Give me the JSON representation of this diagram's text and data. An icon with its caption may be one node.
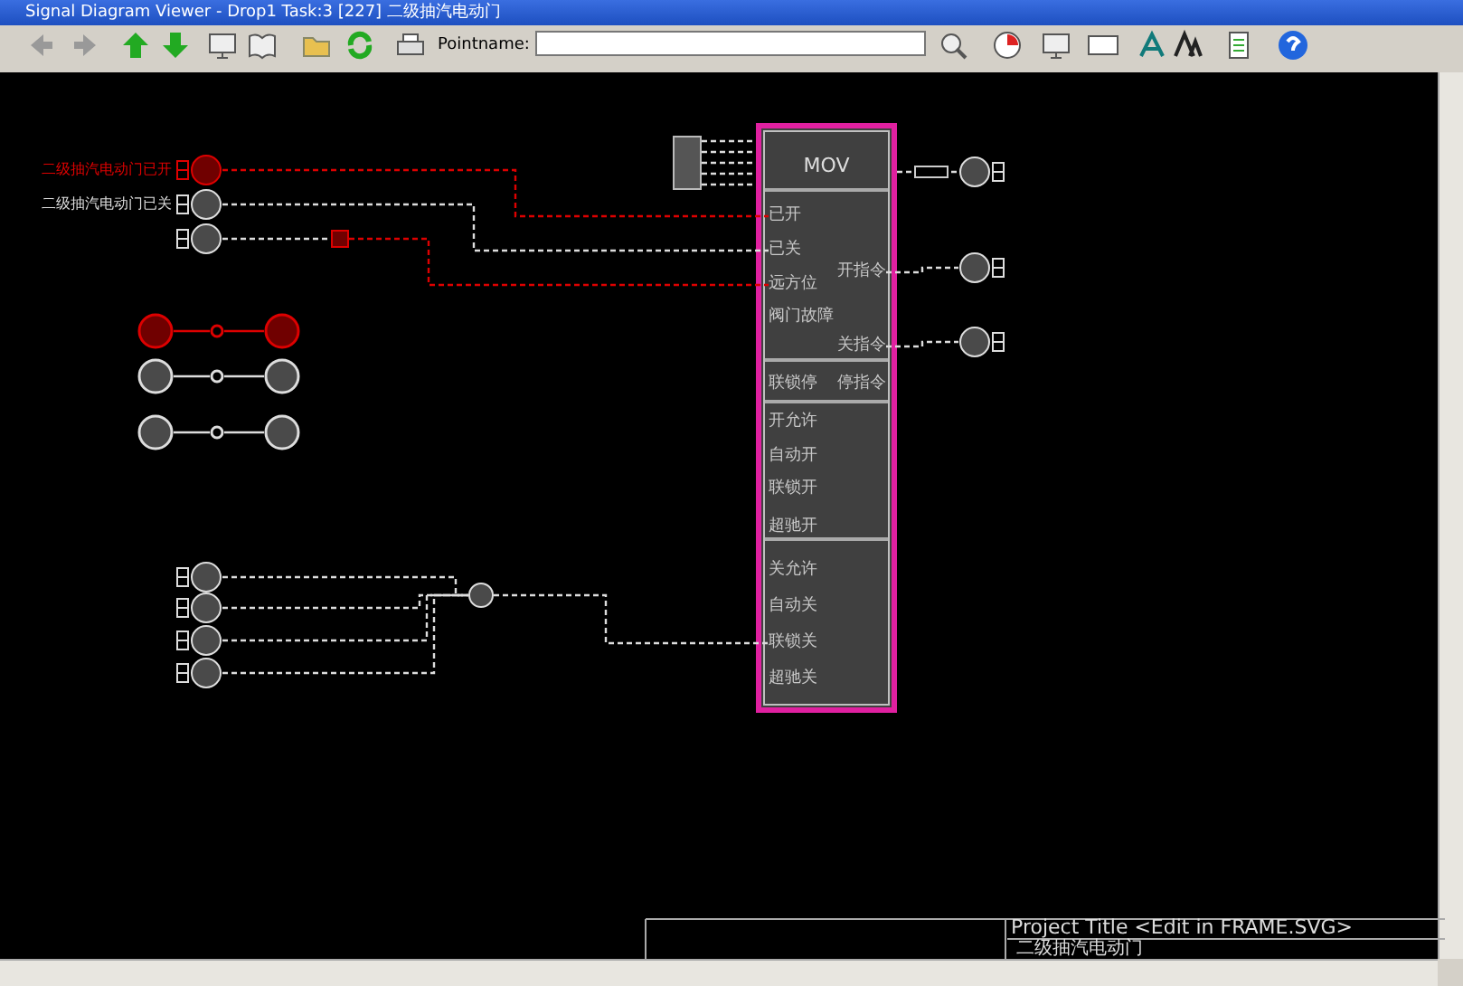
{
  "diagram": {
    "title": "Signal Diagram Viewer - Drop1 Task:3 [227] 二级抽汽电动门",
    "nodes": [
      {
        "text": [
          "MOV"
        ]
      },
      {
        "text": [
          "已开"
        ],
        "in": 0
      },
      {
        "text": [
          "已关"
        ],
        "in": 0
      },
      {
        "text": [
          "远方位"
        ],
        "in": 0
      },
      {
        "text": [
          "阀门故障"
        ],
        "in": 0
      },
      {
        "text": [
          "联锁停"
        ],
        "in": 0
      },
      {
        "text": [
          "开允许"
        ],
        "in": 0
      },
      {
        "text": [
          "自动开"
        ],
        "in": 0
      },
      {
        "text": [
          "联锁开"
        ],
        "in": 0
      },
      {
        "text": [
          "超驰开"
        ],
        "in": 0
      },
      {
        "text": [
          "关允许"
        ],
        "in": 0
      },
      {
        "text": [
          "自动关"
        ],
        "in": 0
      },
      {
        "text": [
          "联锁关"
        ],
        "in": 0
      },
      {
        "text": [
          "超驰关"
        ],
        "in": 0
      },
      {
        "text": [
          "开指令"
        ],
        "in": 0
      },
      {
        "text": [
          "关指令"
        ],
        "in": 0
      },
      {
        "text": [
          "停指令"
        ],
        "in": 0
      },
      {
        "text": [],
        "shape": "circle",
        "beside": [
          "二级抽汽电动门已开"
        ]
      },
      {
        "text": [],
        "shape": "circle",
        "beside": [
          "二级抽汽电动门已关"
        ]
      },
      {
        "text": [],
        "shape": "circle"
      },
      {
        "text": [],
        "shape": "box"
      },
      {
        "text": [],
        "shape": "circle"
      },
      {
        "text": [],
        "shape": "circle"
      },
      {
        "text": [],
        "shape": "circle"
      },
      {
        "text": [],
        "shape": "box"
      },
      {
        "text": [],
        "shape": "circle"
      },
      {
        "text": [],
        "shape": "circle"
      },
      {
        "text": [],
        "shape": "circle"
      },
      {
        "text": [],
        "shape": "circle"
      },
      {
        "text": [],
        "shape": "circle"
      },
      {
        "text": [],
        "shape": "circle"
      },
      {
        "text": [],
        "shape": "circle"
      },
      {
        "text": [],
        "shape": "circle"
      },
      {
        "text": [],
        "shape": "circle"
      },
      {
        "text": [],
        "shape": "circle"
      },
      {
        "text": [],
        "shape": "circle"
      },
      {
        "text": [],
        "shape": "circle"
      },
      {
        "text": [],
        "shape": "circle"
      },
      {
        "text": [],
        "shape": "circle"
      }
    ],
    "edges": [
      {
        "from": 17,
        "to": 1,
        "arrow": "none",
        "style": "dashed",
        "color": "#dd0000"
      },
      {
        "from": 18,
        "to": 2,
        "arrow": "none",
        "style": "dashed"
      },
      {
        "from": 19,
        "to": 20,
        "arrow": "none",
        "style": "dashed"
      },
      {
        "from": 20,
        "to": 3,
        "arrow": "none",
        "style": "dashed",
        "color": "#dd0000"
      },
      {
        "from": 24,
        "to": 0,
        "arrow": "none",
        "style": "dashed"
      },
      {
        "from": 0,
        "to": 21,
        "arrow": "none",
        "style": "dashed"
      },
      {
        "from": 14,
        "to": 22,
        "arrow": "none",
        "style": "dashed"
      },
      {
        "from": 15,
        "to": 23,
        "arrow": "none",
        "style": "dashed"
      },
      {
        "from": 25,
        "to": 29,
        "arrow": "none",
        "style": "dashed"
      },
      {
        "from": 26,
        "to": 29,
        "arrow": "none",
        "style": "dashed"
      },
      {
        "from": 27,
        "to": 29,
        "arrow": "none",
        "style": "dashed"
      },
      {
        "from": 28,
        "to": 29,
        "arrow": "none",
        "style": "dashed"
      },
      {
        "from": 29,
        "to": 12,
        "arrow": "none",
        "style": "dashed"
      },
      {
        "from": 30,
        "to": 31,
        "arrow": "none",
        "color": "#dd0000"
      },
      {
        "from": 31,
        "to": 32,
        "arrow": "none",
        "color": "#dd0000"
      },
      {
        "from": 33,
        "to": 34,
        "arrow": "none"
      },
      {
        "from": 34,
        "to": 35,
        "arrow": "none"
      },
      {
        "from": 36,
        "to": 37,
        "arrow": "none"
      },
      {
        "from": 37,
        "to": 38,
        "arrow": "none"
      }
    ],
    "labels": [
      "Pointname:",
      "Project Title <Edit in FRAME.SVG>",
      "二级抽汽电动门"
    ]
  }
}
